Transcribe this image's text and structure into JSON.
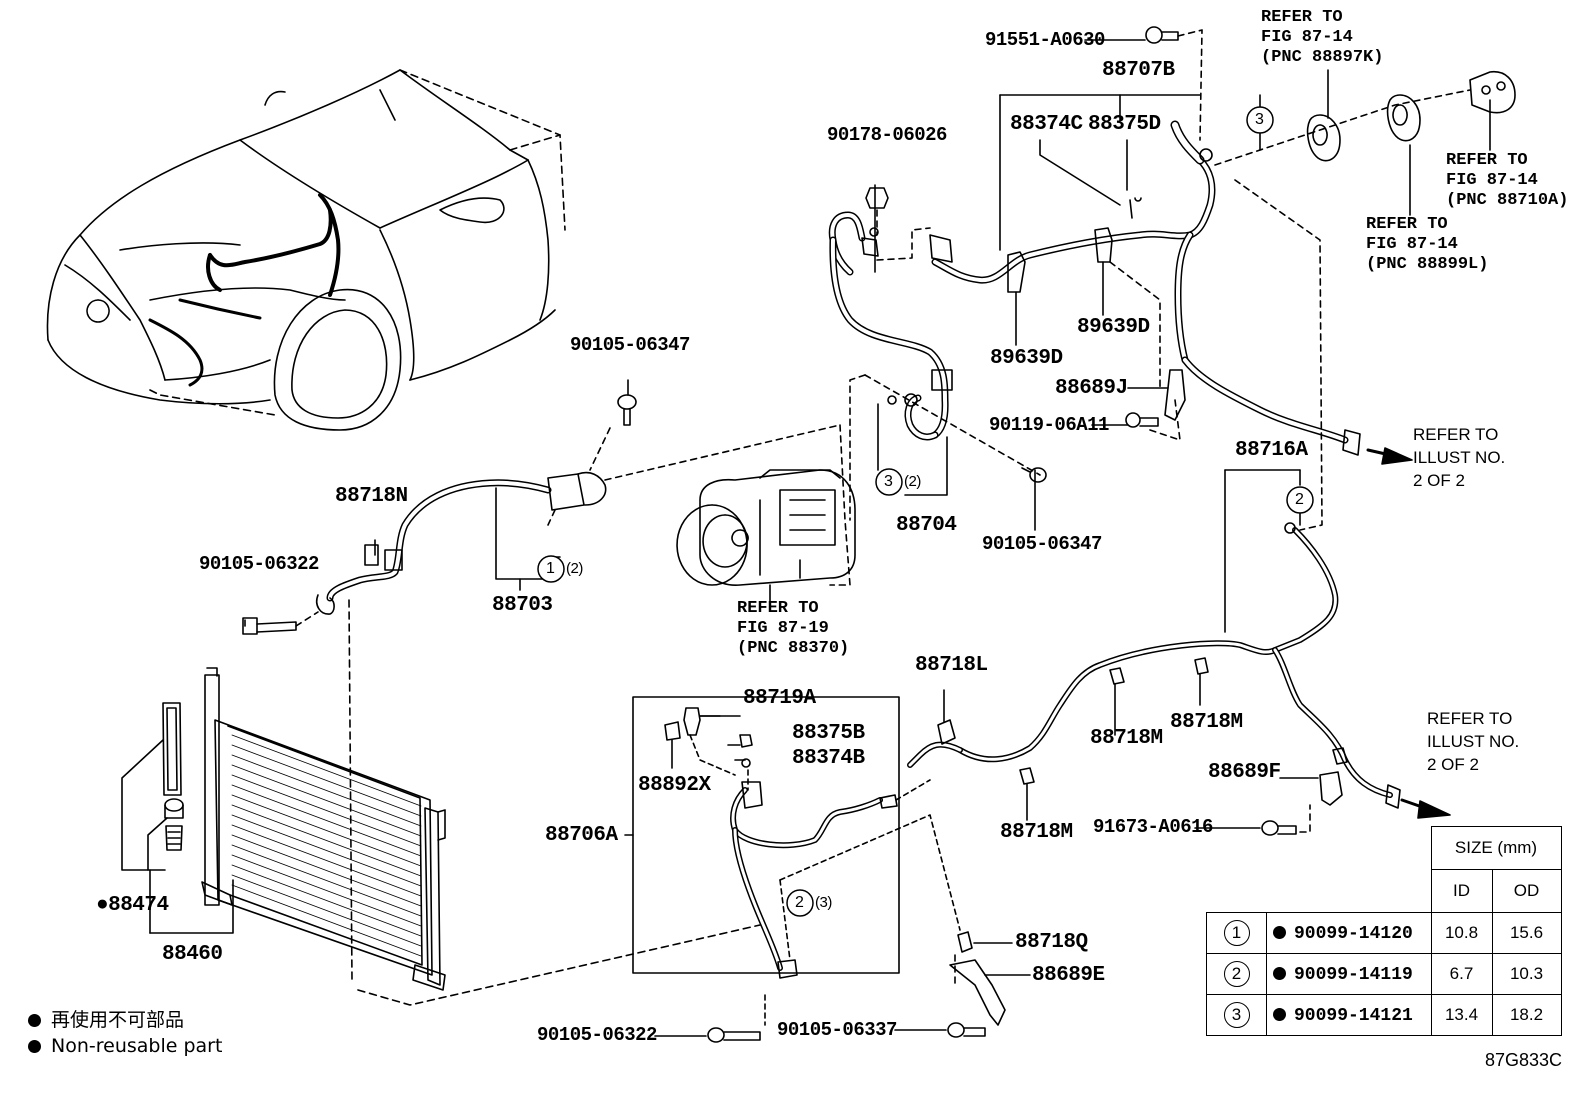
{
  "labels": {
    "p91551": "91551-A0630",
    "p88707B": "88707B",
    "p88374C": "88374C",
    "p88375D": "88375D",
    "p90178": "90178-06026",
    "p89639D_a": "89639D",
    "p89639D_b": "89639D",
    "p88689J": "88689J",
    "p90119": "90119-06A11",
    "p88716A": "88716A",
    "p90105_06347_a": "90105-06347",
    "p90105_06347_b": "90105-06347",
    "p88704": "88704",
    "p88718N": "88718N",
    "p90105_06322_a": "90105-06322",
    "p88703": "88703",
    "p88718L": "88718L",
    "p88719A": "88719A",
    "p88375B": "88375B",
    "p88374B": "88374B",
    "p88892X": "88892X",
    "p88706A": "88706A",
    "p88718M_a": "88718M",
    "p88718M_b": "88718M",
    "p88718M_c": "88718M",
    "p88689F": "88689F",
    "p91673": "91673-A0616",
    "p88718Q": "88718Q",
    "p88689E": "88689E",
    "p90105_06322_b": "90105-06322",
    "p90105_06337": "90105-06337",
    "p88474": "●88474",
    "p88460": "88460",
    "c1_qty": "(2)",
    "c2_qty_a": "(3)",
    "c3_qty": "(2)",
    "c1": "1",
    "c2_a": "2",
    "c2_b": "2",
    "c3_a": "3",
    "c3_b": "3"
  },
  "references": {
    "ref_top": "REFER TO\nFIG 87-14\n(PNC 88897K)",
    "ref_88710A": "REFER TO\nFIG 87-14\n(PNC 88710A)",
    "ref_88899L": "REFER TO\nFIG 87-14\n(PNC 88899L)",
    "ref_compressor": "REFER TO\nFIG 87-19\n(PNC 88370)",
    "ref_illust_a": "REFER TO\nILLUST NO.\n2 OF 2",
    "ref_illust_b": "REFER TO\nILLUST NO.\n2 OF 2"
  },
  "legend": {
    "line_jp": "再使用不可部品",
    "line_en": "Non-reusable part"
  },
  "size_table": {
    "header": "SIZE (mm)",
    "col_id": "ID",
    "col_od": "OD",
    "rows": [
      {
        "num": "1",
        "part": "90099-14120",
        "id": "10.8",
        "od": "15.6"
      },
      {
        "num": "2",
        "part": "90099-14119",
        "id": "6.7",
        "od": "10.3"
      },
      {
        "num": "3",
        "part": "90099-14121",
        "id": "13.4",
        "od": "18.2"
      }
    ]
  },
  "figure_code": "87G833C"
}
